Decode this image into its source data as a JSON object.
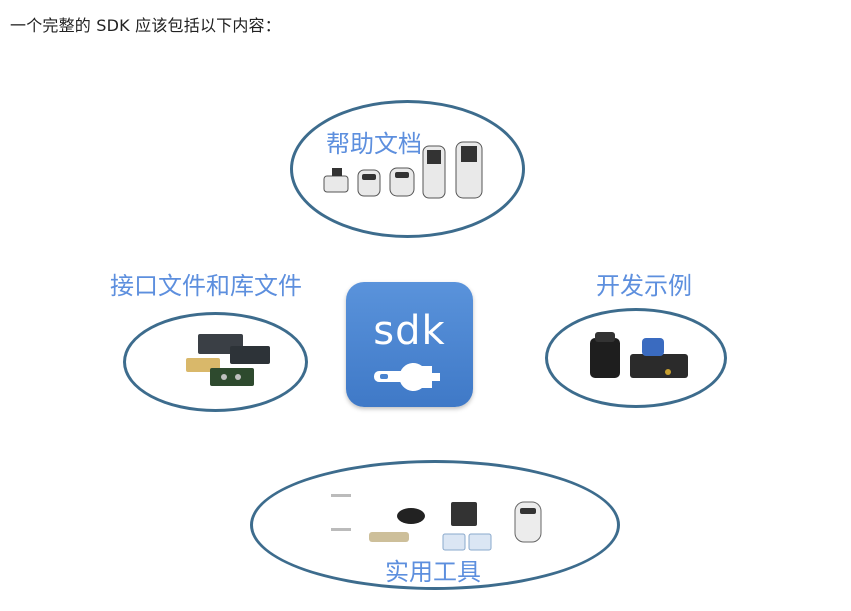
{
  "intro_text": "一个完整的 SDK 应该包括以下内容：",
  "diagram": {
    "top": {
      "label": "帮助文档"
    },
    "left": {
      "label": "接口文件和库文件"
    },
    "right": {
      "label": "开发示例"
    },
    "bottom": {
      "label": "实用工具"
    },
    "center_icon": {
      "text": "sdk",
      "icon": "wrench-icon"
    }
  },
  "colors": {
    "label_blue": "#5d8fde",
    "ellipse_border": "#3d6c8d",
    "icon_blue": "#4a84d0"
  }
}
